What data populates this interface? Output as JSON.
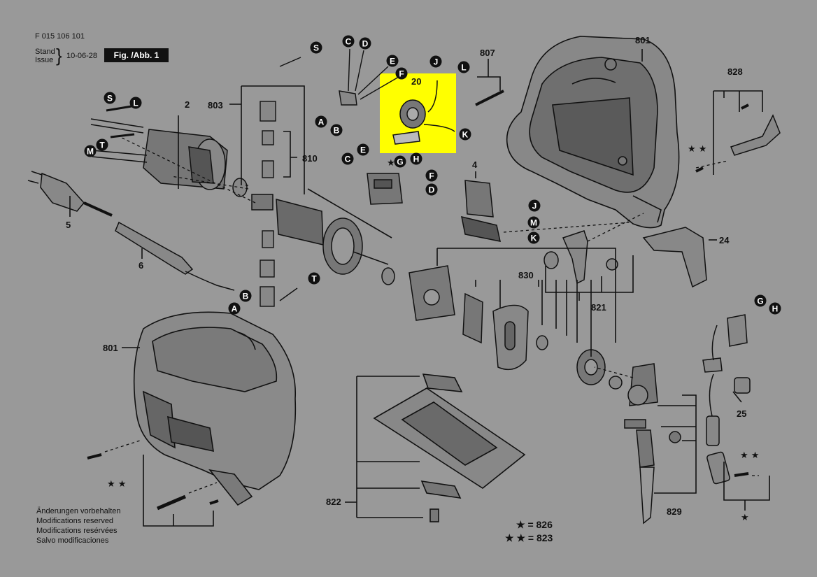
{
  "header": {
    "doc_number": "F 015 106 101",
    "stand_label": "Stand",
    "issue_label": "Issue",
    "date": "10-06-28",
    "figure_label": "Fig. /Abb. 1"
  },
  "notes": [
    "Änderungen vorbehalten",
    "Modifications reserved",
    "Modifications resérvées",
    "Salvo modificaciones"
  ],
  "legend": {
    "single": "★ = 826",
    "double": "★ ★ = 823"
  },
  "highlight_color": "#ffff00",
  "callout_letters": {
    "S_top": "S",
    "C_top": "C",
    "D_top": "D",
    "E_top": "E",
    "F_top": "F",
    "J_top": "J",
    "L_top": "L",
    "A_top": "A",
    "B_top": "B",
    "K_top": "K",
    "S_left": "S",
    "L_left": "L",
    "M_left": "M",
    "T_left": "T",
    "C_mid": "C",
    "E_mid": "E",
    "G_mid": "G",
    "H_mid": "H",
    "F_right": "F",
    "D_right": "D",
    "J_right": "J",
    "M_right": "M",
    "K_right": "K",
    "B_low": "B",
    "A_low": "A",
    "T_low": "T",
    "G_far": "G",
    "H_far": "H"
  },
  "part_numbers": {
    "p801_top": "801",
    "p807": "807",
    "p828": "828",
    "p20": "20",
    "p2": "2",
    "p803": "803",
    "p810": "810",
    "p4": "4",
    "p24": "24",
    "p5": "5",
    "p6": "6",
    "p830": "830",
    "p821": "821",
    "p801_left": "801",
    "p25": "25",
    "p822": "822",
    "p829": "829"
  },
  "stars": {
    "star_top": "★",
    "pair_828": "★ ★",
    "pair_left": "★ ★",
    "pair_right": "★ ★",
    "single_right": "★"
  }
}
